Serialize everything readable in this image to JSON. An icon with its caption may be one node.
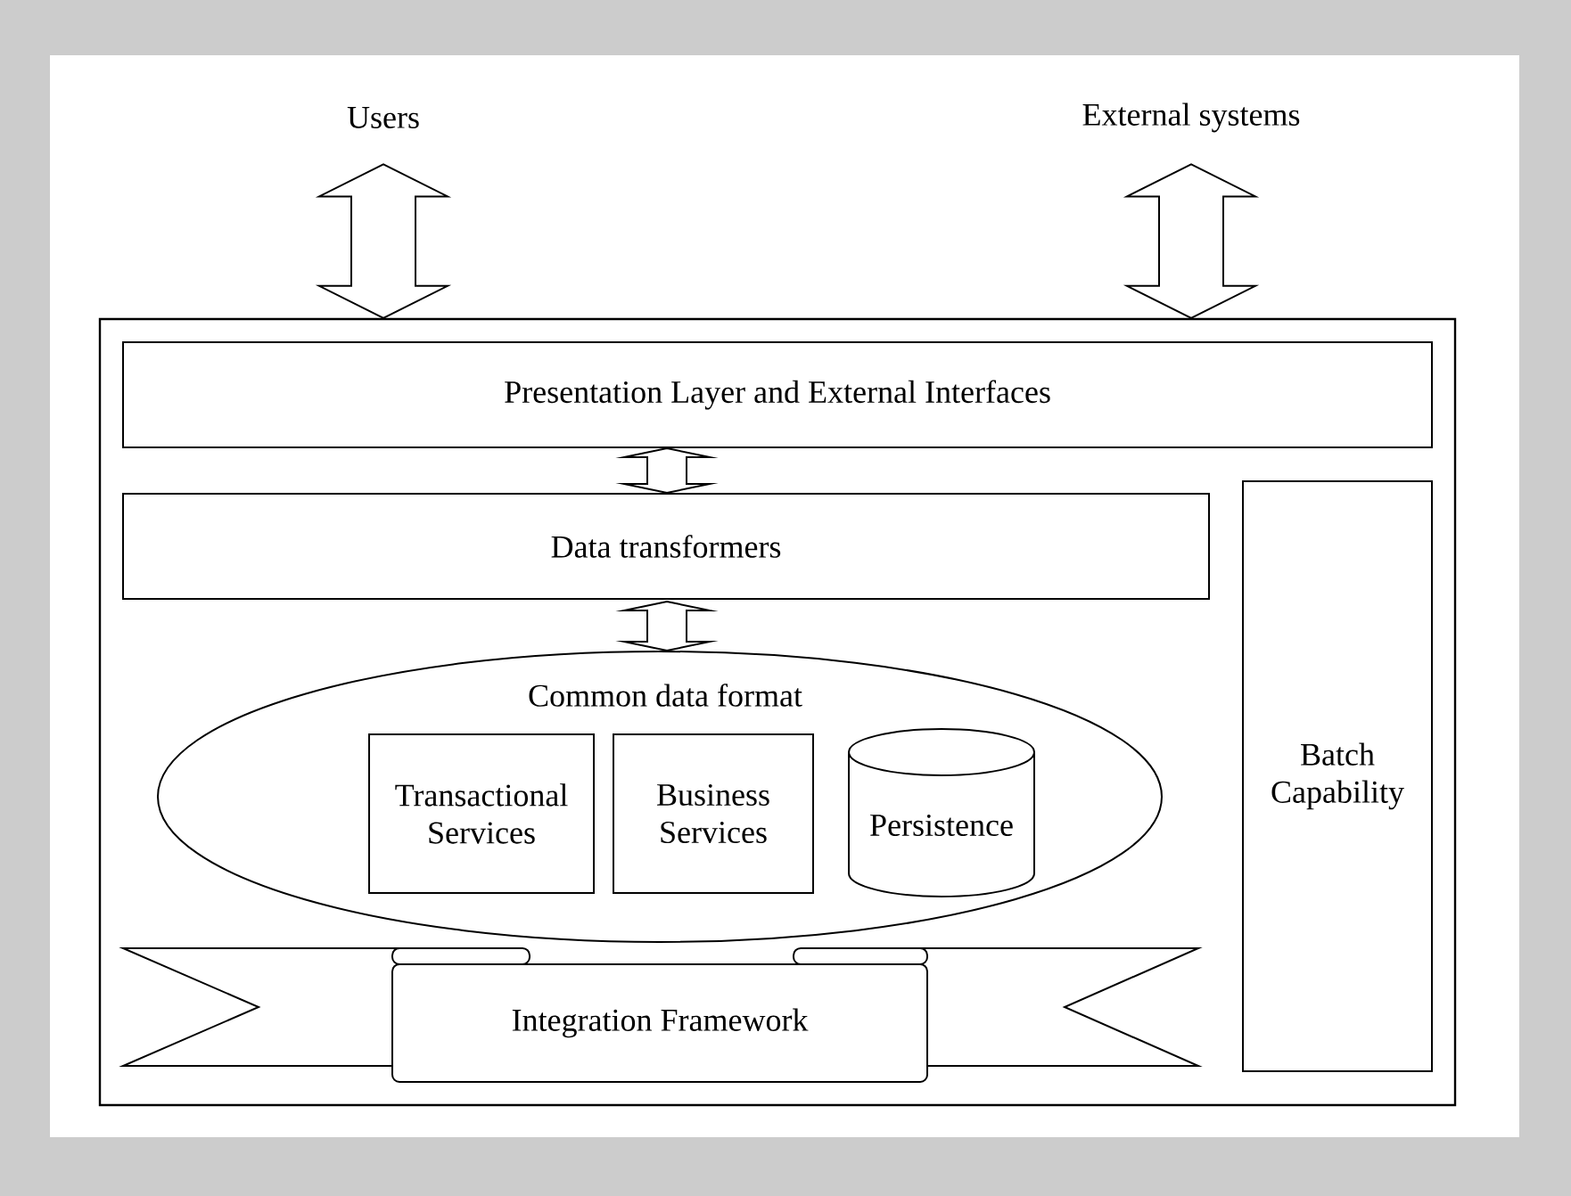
{
  "diagram": {
    "nodes": [
      {
        "text": [
          "Users"
        ]
      },
      {
        "text": [
          "External systems"
        ]
      },
      {
        "text": [],
        "shape": "box"
      },
      {
        "text": [
          "Presentation Layer and External Interfaces"
        ],
        "in": 2
      },
      {
        "text": [
          "Data transformers"
        ],
        "in": 2
      },
      {
        "text": [
          "Batch Capability"
        ],
        "in": 2
      },
      {
        "text": [
          "Common data format"
        ],
        "in": 2
      },
      {
        "text": [
          "Transactional Services"
        ],
        "in": 6
      },
      {
        "text": [
          "Business Services"
        ],
        "in": 6
      },
      {
        "text": [
          "Persistence"
        ],
        "in": 6
      },
      {
        "text": [
          "Integration Framework"
        ],
        "in": 2
      }
    ],
    "edges": [
      {
        "from": 0,
        "to": 2,
        "arrow": "both"
      },
      {
        "from": 1,
        "to": 2,
        "arrow": "both"
      },
      {
        "from": 3,
        "to": 4,
        "arrow": "both"
      },
      {
        "from": 4,
        "to": 6,
        "arrow": "both"
      }
    ]
  }
}
